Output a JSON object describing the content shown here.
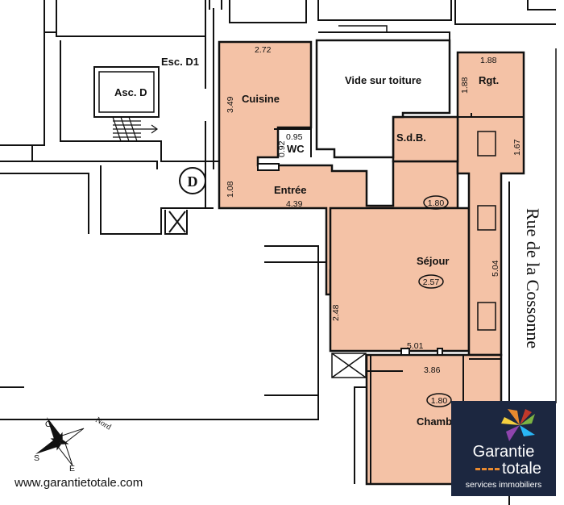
{
  "rooms": {
    "asc": "Asc. D",
    "esc": "Esc. D1",
    "cuisine": "Cuisine",
    "vide": "Vide sur toiture",
    "rgt": "Rgt.",
    "wc": "WC",
    "sdb": "S.d.B.",
    "entree": "Entrée",
    "sejour": "Séjour",
    "chambre": "Chamb"
  },
  "staircase_marker": "D",
  "dimensions": {
    "cuisine_width": "2.72",
    "cuisine_depth": "3.49",
    "wc_width": "0.95",
    "wc_depth": "0.92",
    "entree_depth": "1.08",
    "entree_width": "4.39",
    "rgt_width": "1.88",
    "rgt_side": "1.88",
    "sdb_side": "1.67",
    "sejour_ceiling": "1.80",
    "sejour_height": "2.57",
    "sejour_depth": "5.04",
    "sejour_left": "2.48",
    "sejour_width": "5.01",
    "chambre_width": "3.86",
    "chambre_ceiling": "1.80"
  },
  "street": "Rue de la Cossonne",
  "compass": {
    "north": "Nord",
    "west": "O",
    "south": "S",
    "east": "E"
  },
  "website": "www.garantietotale.com",
  "logo": {
    "name_line1": "Garantie",
    "name_line2": "totale",
    "tagline": "services immobiliers"
  },
  "colors": {
    "room_fill": "#f4c2a6",
    "wall": "#111111",
    "logo_bg": "#1c2740",
    "logo_accent": "#e98a2f"
  }
}
